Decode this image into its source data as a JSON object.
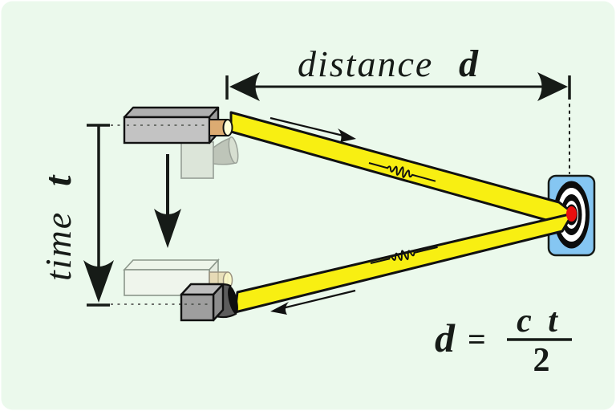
{
  "diagram": {
    "type": "laser-rangefinder-time-of-flight",
    "labels": {
      "distance_word": "distance",
      "distance_symbol": "d",
      "time_word": "time",
      "time_symbol": "t"
    },
    "formula": {
      "lhs": "d",
      "equals": "=",
      "numerator": "c t",
      "denominator": "2"
    },
    "icons": [
      "laser-emitter-icon",
      "detector-funnel-icon",
      "wave-packet-icon",
      "bullseye-target-icon",
      "dimension-arrow-icon"
    ],
    "colors": {
      "background": "#ebf9ec",
      "ink": "#161b17",
      "beam_yellow": "#f8ef12",
      "target_blue": "#85c6f2",
      "bullseye_red": "#e90f0f",
      "device_gray": "#c3c3c3",
      "nozzle_tan": "#dcab72",
      "aperture_pale": "#ffffd8"
    }
  }
}
